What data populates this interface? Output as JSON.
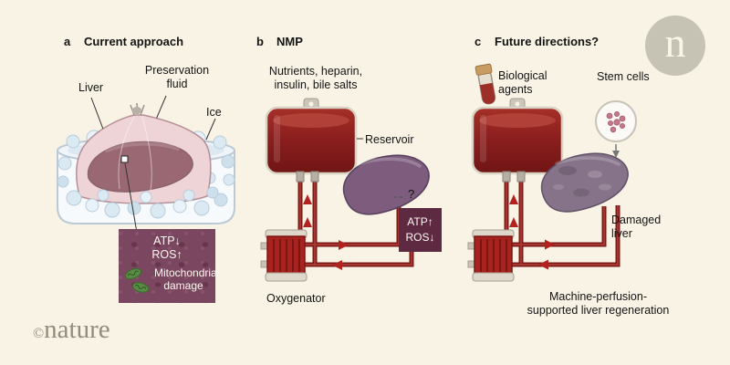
{
  "brand": {
    "n_mark": "n",
    "copyright": "©",
    "wordmark": "nature"
  },
  "panels": {
    "a": {
      "tag": "a",
      "title": "Current approach",
      "labels": {
        "liver": "Liver",
        "fluid": "Preservation fluid",
        "ice": "Ice"
      },
      "inset": {
        "atp": "ATP↓",
        "ros": "ROS↑",
        "caption": "Mitochondrial damage"
      }
    },
    "b": {
      "tag": "b",
      "title": "NMP",
      "nutrients": [
        "Nutrients, heparin,",
        "insulin, bile salts"
      ],
      "reservoir": "Reservoir",
      "question": "?",
      "box": {
        "atp": "ATP↑",
        "ros": "ROS↓"
      },
      "oxygenator": "Oxygenator"
    },
    "c": {
      "tag": "c",
      "title": "Future directions?",
      "bio_agents": "Biological agents",
      "stem_cells": "Stem cells",
      "damaged_liver": "Damaged liver",
      "caption": [
        "Machine-perfusion-",
        "supported liver regeneration"
      ]
    }
  },
  "colors": {
    "background": "#f8f3e5",
    "blood_red": "#8c1f1e",
    "tube_red": "#7b1a18",
    "liver_cold": "#5e2231",
    "liver_perfused": "#7d5c7d",
    "liver_damaged": "#867389",
    "inset_bg": "#7b4760",
    "box_bg": "#5e2a42",
    "mito_green": "#5a8c46",
    "ice_blue": "#dbe9f3"
  }
}
